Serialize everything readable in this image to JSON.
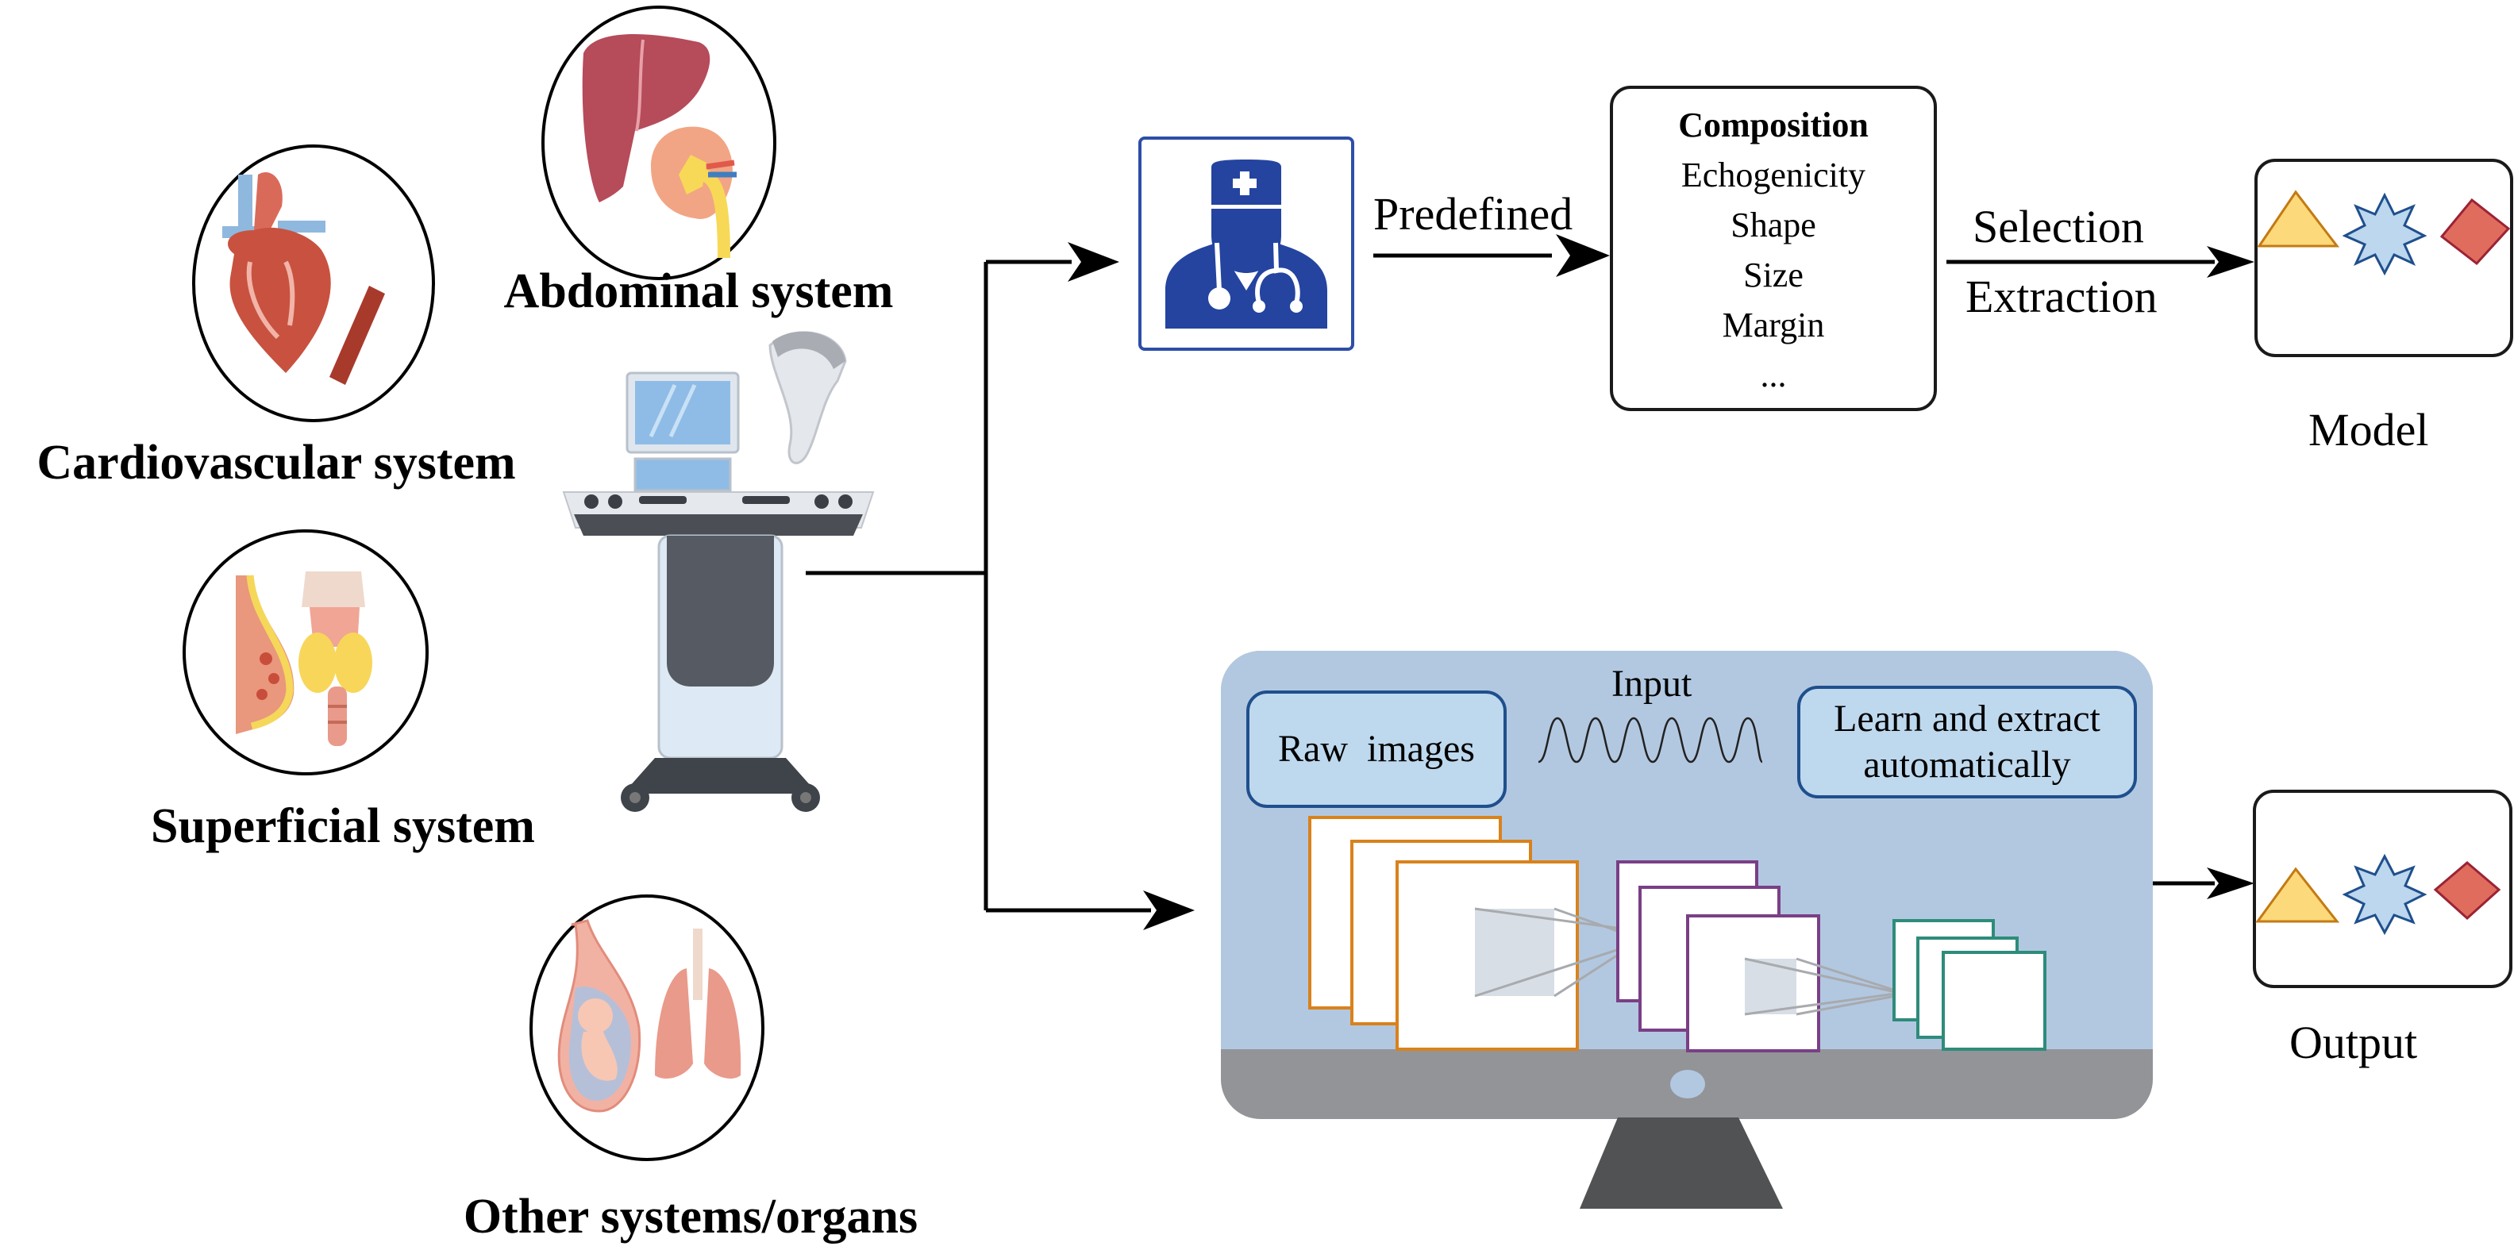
{
  "categories": [
    {
      "id": "abdominal",
      "label": "Abdominal system",
      "organs": [
        "liver",
        "kidney"
      ]
    },
    {
      "id": "cardiovascular",
      "label": "Cardiovascular system",
      "organs": [
        "heart",
        "blood-vessel"
      ]
    },
    {
      "id": "superficial",
      "label": "Superficial system",
      "organs": [
        "breast",
        "thyroid"
      ]
    },
    {
      "id": "other",
      "label": "Other systems/organs",
      "organs": [
        "fetus",
        "lungs"
      ]
    }
  ],
  "device": {
    "name": "ultrasound-machine"
  },
  "top_branch": {
    "actor": "doctor",
    "arrow1_label": "Predefined",
    "features": {
      "title": "Composition",
      "items": [
        "Echogenicity",
        "Shape",
        "Size",
        "Margin",
        "..."
      ]
    },
    "arrow2_label_top": "Selection",
    "arrow2_label_bottom": "Extraction",
    "result_label": "Model"
  },
  "bottom_branch": {
    "input_label": "Input",
    "raw_label": "Raw  images",
    "learn_label_line1": "Learn and extract",
    "learn_label_line2": "automatically",
    "result_label": "Output"
  },
  "result_shapes": [
    {
      "shape": "triangle",
      "fill": "#fcd97a",
      "stroke": "#c47a12"
    },
    {
      "shape": "star8",
      "fill": "#bcd7ee",
      "stroke": "#1f4f8c"
    },
    {
      "shape": "diamond",
      "fill": "#e06c5e",
      "stroke": "#9b2335"
    }
  ],
  "colors": {
    "doctor": "#2444a0",
    "screen": "#b2c8e1",
    "bezel": "#939498",
    "stand": "#515254",
    "layer1": "#d9821c",
    "layer2": "#7a3f86",
    "layer3": "#2e8c7a"
  }
}
